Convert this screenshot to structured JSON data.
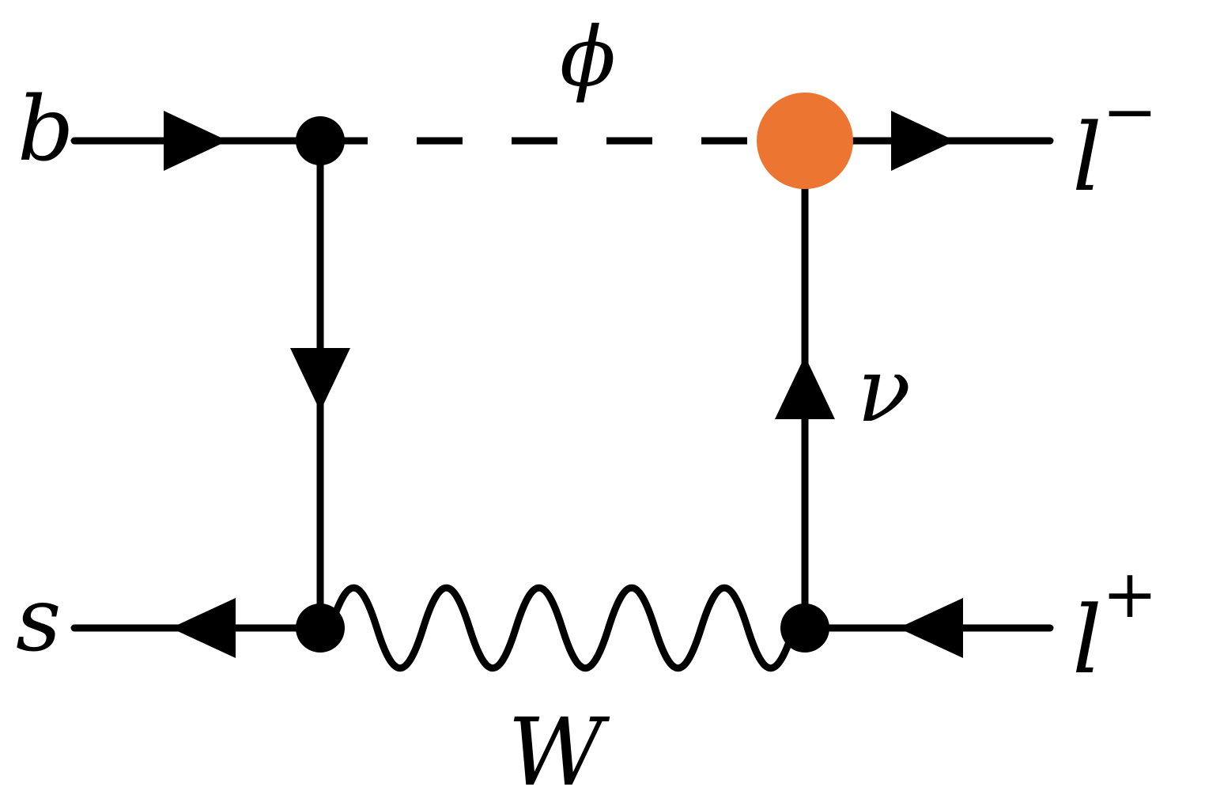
{
  "diagram": {
    "colors": {
      "line": "#000000",
      "blob": "#ed7532",
      "background": "#ffffff"
    },
    "labels": {
      "b": "b",
      "s": "s",
      "phi": "ϕ",
      "nu": "ν",
      "w": "W",
      "l_minus_base": "l",
      "l_minus_sup": "−",
      "l_plus_base": "l",
      "l_plus_sup": "+"
    },
    "lines": {
      "incoming_b": "fermion",
      "outgoing_s": "fermion",
      "scalar_phi": "dashed",
      "internal_quark": "fermion",
      "neutrino": "fermion",
      "w_boson": "wavy",
      "outgoing_l_minus": "fermion",
      "incoming_l_plus": "fermion"
    },
    "vertices": {
      "top_left": "dot",
      "bottom_left": "dot",
      "bottom_right": "dot",
      "top_right": "blob"
    }
  }
}
